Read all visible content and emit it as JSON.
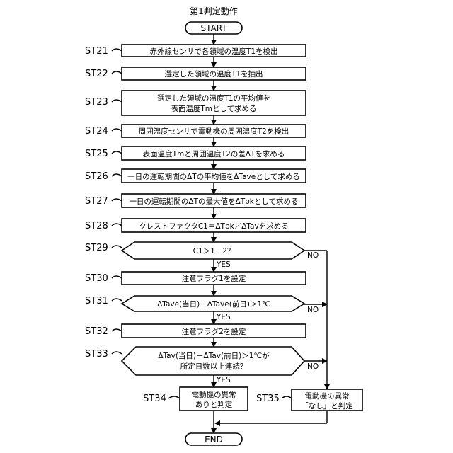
{
  "title": "第1判定動作",
  "start": "START",
  "end": "END",
  "steps": {
    "st21": {
      "label": "ST21",
      "text": "赤外線センサで各領域の温度T1を検出"
    },
    "st22": {
      "label": "ST22",
      "text": "選定した領域の温度T1を抽出"
    },
    "st23": {
      "label": "ST23",
      "line1": "選定した領域の温度T1の平均値を",
      "line2": "表面温度Tmとして求める"
    },
    "st24": {
      "label": "ST24",
      "text": "周囲温度センサで電動機の周囲温度T2を検出"
    },
    "st25": {
      "label": "ST25",
      "text": "表面温度Tmと周囲温度T2の差ΔTを求める"
    },
    "st26": {
      "label": "ST26",
      "text": "一日の運転期間のΔTの平均値をΔTaveとして求める"
    },
    "st27": {
      "label": "ST27",
      "text": "一日の運転期間のΔTの最大値をΔTpkとして求める"
    },
    "st28": {
      "label": "ST28",
      "text": "クレストファクタC1＝ΔTpk／ΔTavを求める"
    },
    "st29": {
      "label": "ST29",
      "text": "C1＞1．2？"
    },
    "st30": {
      "label": "ST30",
      "text": "注意フラグ1を設定"
    },
    "st31": {
      "label": "ST31",
      "text": "ΔTave(当日)－ΔTave(前日)＞1℃"
    },
    "st32": {
      "label": "ST32",
      "text": "注意フラグ2を設定"
    },
    "st33": {
      "label": "ST33",
      "line1": "ΔTav(当日)－ΔTav(前日)＞1℃が",
      "line2": "所定日数以上連続？"
    },
    "st34": {
      "label": "ST34",
      "line1": "電動機の異常",
      "line2": "ありと判定"
    },
    "st35": {
      "label": "ST35",
      "line1": "電動機の異常",
      "line2": "「なし」と判定"
    }
  },
  "branch": {
    "yes": "YES",
    "no": "NO"
  }
}
